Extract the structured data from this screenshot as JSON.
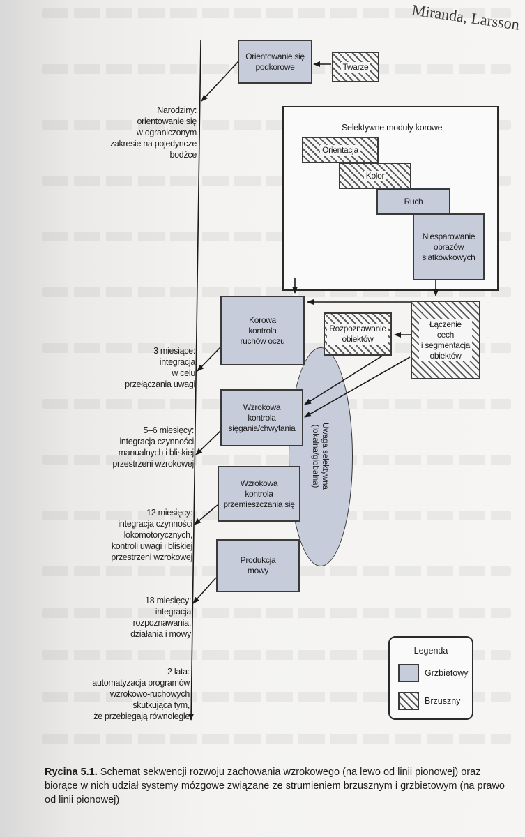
{
  "running_head": "Miranda, Larsson",
  "timeline": [
    {
      "id": "t-birth",
      "text": "Narodziny:\norientowanie się\nw ograniczonym\nzakresie na pojedyncze\nbodźce"
    },
    {
      "id": "t-3m",
      "text": "3 miesiące:\nintegracja\nw celu\nprzełączania uwagi"
    },
    {
      "id": "t-5m",
      "text": "5–6 miesięcy:\nintegracja czynności\nmanualnych i bliskiej\nprzestrzeni wzrokowej"
    },
    {
      "id": "t-12m",
      "text": "12 miesięcy:\nintegracja czynności\nlokomotorycznych,\nkontroli uwagi i bliskiej\nprzestrzeni wzrokowej"
    },
    {
      "id": "t-18m",
      "text": "18 miesięcy:\nintegracja\nrozpoznawania,\ndziałania i mowy"
    },
    {
      "id": "t-2y",
      "text": "2 lata:\nautomatyzacja programów\nwzrokowo-ruchowych\nskutkująca tym,\nże przebiegają równolegle"
    }
  ],
  "boxes": {
    "orient": "Orientowanie się\npodkorowe",
    "twarze": "Twarze",
    "modules_title": "Selektywne moduły korowe",
    "orientacja": "Orientacja",
    "kolor": "Kolor",
    "ruch": "Ruch",
    "niesparowanie": "Niesparowanie\nobrazów\nsiatkówkowych",
    "korowa": "Korowa\nkontrola\nruchów oczu",
    "rozpoznawanie": "Rozpoznawanie\nobiektów",
    "laczenie": "Łączenie\ncech\ni segmentacja\nobiektów",
    "siegania": "Wzrokowa\nkontrola\nsięgania/chwytania",
    "przemieszczania": "Wzrokowa\nkontrola\nprzemieszczania się",
    "produkcja": "Produkcja\nmowy"
  },
  "attention": "Uwaga selektywna\n(lokalna/globalna)",
  "legend": {
    "title": "Legenda",
    "dorsal": "Grzbietowy",
    "ventral": "Brzuszny",
    "dorsal_color": "#c6ccda"
  },
  "caption": {
    "label": "Rycina 5.1.",
    "text": " Schemat sekwencji rozwoju zachowania wzrokowego (na lewo od linii pionowej) oraz biorące w nich udział systemy mózgowe związane ze strumieniem brzusznym i grzbietowym (na prawo od linii pionowej)"
  }
}
